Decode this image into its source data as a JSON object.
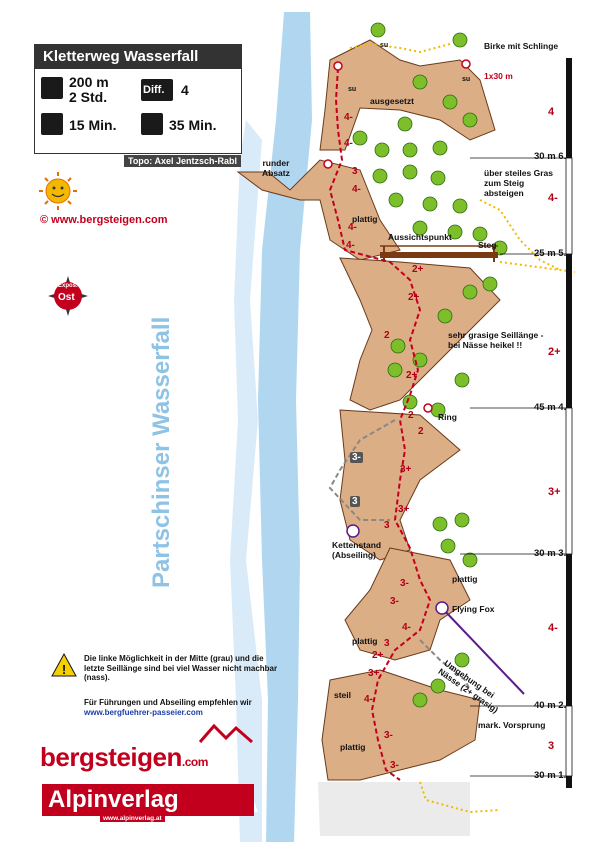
{
  "infobox": {
    "title": "Kletterweg Wasserfall",
    "height_length": "200 m",
    "time_climb": "2 Std.",
    "difficulty_label": "Diff.",
    "difficulty_value": "4",
    "approach_time": "15 Min.",
    "descent_time": "35 Min.",
    "topo_credit": "Topo: Axel Jentzsch-Rabl",
    "icons": [
      "climber-icon",
      "difficulty-icon",
      "hiker-approach-icon",
      "descent-icon"
    ]
  },
  "website": "©  www.bergsteigen.com",
  "exposure": {
    "label": "Expos.",
    "value": "Ost"
  },
  "waterfall_name": "Partschinser Wasserfall",
  "scale": [
    {
      "dist": "30 m",
      "idx": "6."
    },
    {
      "dist": "25 m",
      "idx": "5."
    },
    {
      "dist": "45 m",
      "idx": "4."
    },
    {
      "dist": "30 m",
      "idx": "3."
    },
    {
      "dist": "40 m",
      "idx": "2."
    },
    {
      "dist": "30 m",
      "idx": "1."
    }
  ],
  "pitch_grades": [
    "4",
    "4-",
    "2+",
    "3+",
    "4-",
    "3"
  ],
  "labels": {
    "birke": "Birke mit Schlinge",
    "abseil_top": "1x30 m",
    "ausgesetzt": "ausgesetzt",
    "runder_absatz": "runder\nAbsatz",
    "plattig1": "plattig",
    "steil_gras": "über steiles Gras\nzum Steig\nabsteigen",
    "aussichtspunkt": "Aussichtspunkt",
    "steg": "Steg",
    "grasig": "sehr grasige Seillänge -\nbei Nässe heikel !!",
    "ring": "Ring",
    "kettenstand": "Kettenstand\n(Abseiling)",
    "plattig2": "plattig",
    "flying_fox": "Flying Fox",
    "plattig3": "plattig",
    "umgehung": "Umgehung bei\nNässe (2+ grasig)",
    "steil": "steil",
    "plattig4": "plattig",
    "vorsprung": "mark. Vorsprung",
    "su1": "su",
    "su2": "su",
    "su3": "su"
  },
  "route_grades": [
    "4-",
    "4-",
    "3",
    "4-",
    "4-",
    "4-",
    "2+",
    "2+",
    "2",
    "2+",
    "2",
    "2",
    "3+",
    "3+",
    "3",
    "3-",
    "3-",
    "4-",
    "3",
    "2+",
    "3+",
    "4-",
    "3-",
    "3-"
  ],
  "grey_grades": [
    "3-",
    "3"
  ],
  "note": {
    "text": "Die linke Möglichkeit in der Mitte (grau) und die letzte Seillänge sind bei viel Wasser nicht machbar (nass).",
    "guide": "Für Führungen und Abseiling empfehlen wir",
    "guide_link": "www.bergfuehrer-passeier.com"
  },
  "logos": {
    "bergsteigen": "bergsteigen",
    "bergsteigen_com": ".com",
    "alpinverlag": "Alpinverlag",
    "alpinverlag_url": "www.alpinverlag.at"
  },
  "colors": {
    "route": "#c2001e",
    "water": "#8ec3e6",
    "rock": "#dcae86",
    "tree": "#7cbf2a",
    "approach": "#f5b800"
  }
}
